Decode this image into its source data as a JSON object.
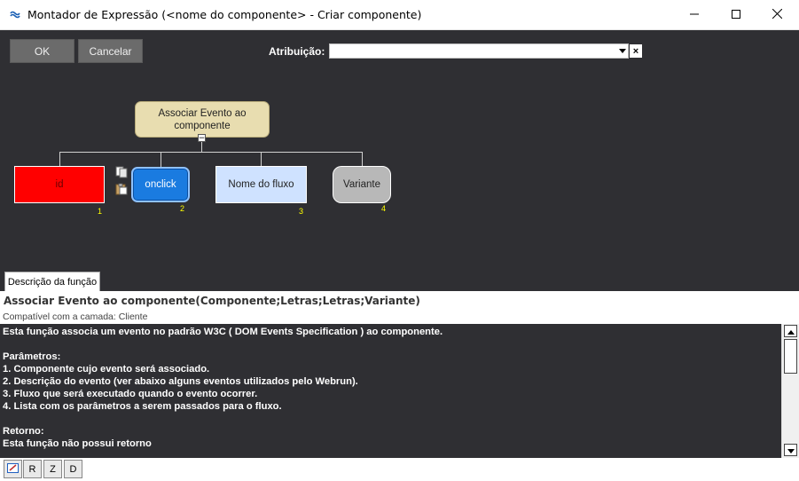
{
  "window": {
    "title": "Montador de Expressão (<nome do componente> - Criar componente)",
    "controls": [
      "minimize-icon",
      "maximize-icon",
      "close-icon"
    ]
  },
  "toolbar": {
    "ok_label": "OK",
    "cancel_label": "Cancelar",
    "assign_label": "Atribuição:",
    "assign_value": "",
    "clear_label": "×"
  },
  "tree": {
    "root_label": "Associar Evento ao componente",
    "collapse_label": "−",
    "params": [
      {
        "label": "id",
        "index": "1",
        "color": "#ff0000"
      },
      {
        "label": "onclick",
        "index": "2",
        "color": "#1a7be0"
      },
      {
        "label": "Nome do fluxo",
        "index": "3",
        "color": "#cfe2ff"
      },
      {
        "label": "Variante",
        "index": "4",
        "color": "#b8b8b8"
      }
    ]
  },
  "tab": {
    "label": "Descrição da função"
  },
  "function": {
    "signature": "Associar Evento ao componente(Componente;Letras;Letras;Variante)",
    "compat": "Compatível com a camada: Cliente",
    "description_lines": [
      "Esta função associa um evento no padrão W3C ( DOM Events Specification ) ao componente.",
      "",
      "Parâmetros:",
      "1. Componente cujo evento será associado.",
      "2. Descrição do evento (ver abaixo alguns eventos utilizados pelo Webrun).",
      "3. Fluxo que será executado quando o evento ocorrer.",
      "4. Lista com os parâmetros a serem passados para o fluxo.",
      "",
      "Retorno:",
      "Esta função não possui retorno"
    ]
  },
  "bottom_toolbar": {
    "buttons": [
      "edit-icon",
      "R",
      "Z",
      "D"
    ]
  }
}
